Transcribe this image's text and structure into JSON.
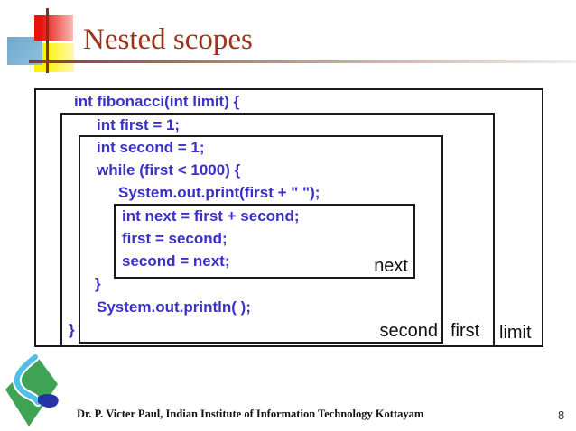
{
  "title": {
    "text": "Nested scopes"
  },
  "code": {
    "lines": [
      "int fibonacci(int limit) {",
      "int first = 1;",
      "int second = 1;",
      "while (first < 1000) {",
      "System.out.print(first + \" \");",
      "int next = first + second;",
      "first = second;",
      "second = next;",
      "}",
      "System.out.println( );",
      "}"
    ]
  },
  "scope_labels": {
    "next": "next",
    "second": "second",
    "first": "first",
    "limit": "limit"
  },
  "footer": {
    "credit": "Dr. P. Victer Paul, Indian Institute of Information Technology Kottayam",
    "page_number": "8"
  },
  "colors": {
    "title_text": "#9C331B",
    "code_text": "#3A31C8",
    "scope_border": "#1A1A1A",
    "label_text": "#111111",
    "accent_line": "#87382A",
    "deco_red": "#E8120C",
    "deco_blue": "#6FA9CF",
    "deco_yellow": "#FFF200",
    "logo_green": "#3FA356",
    "logo_light_blue": "#52BFE8",
    "logo_dark_blue": "#2433A8"
  }
}
